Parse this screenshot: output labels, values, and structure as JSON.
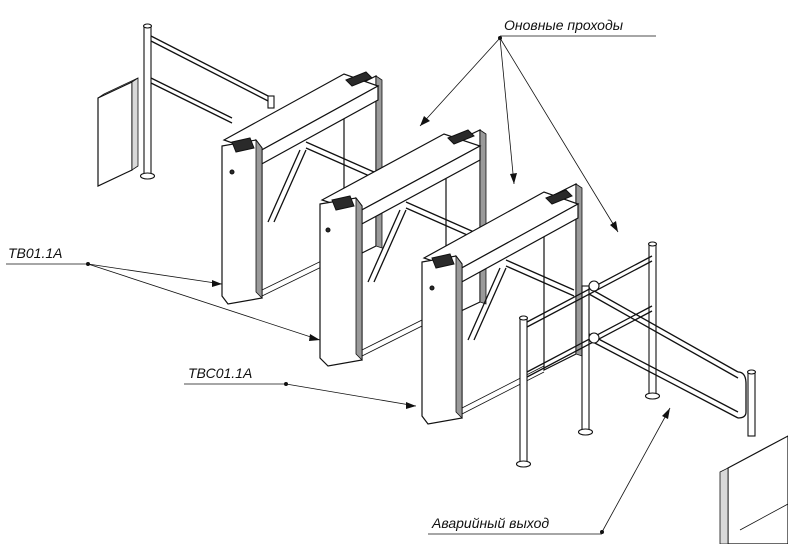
{
  "labels": {
    "main_passages": "Оновные проходы",
    "model_tb": "ТВ01.1А",
    "model_tbc": "ТВС01.1А",
    "emergency_exit": "Аварийный выход"
  },
  "colors": {
    "line": "#111111",
    "dark_fill": "#2a2a2a",
    "background": "#ffffff"
  }
}
